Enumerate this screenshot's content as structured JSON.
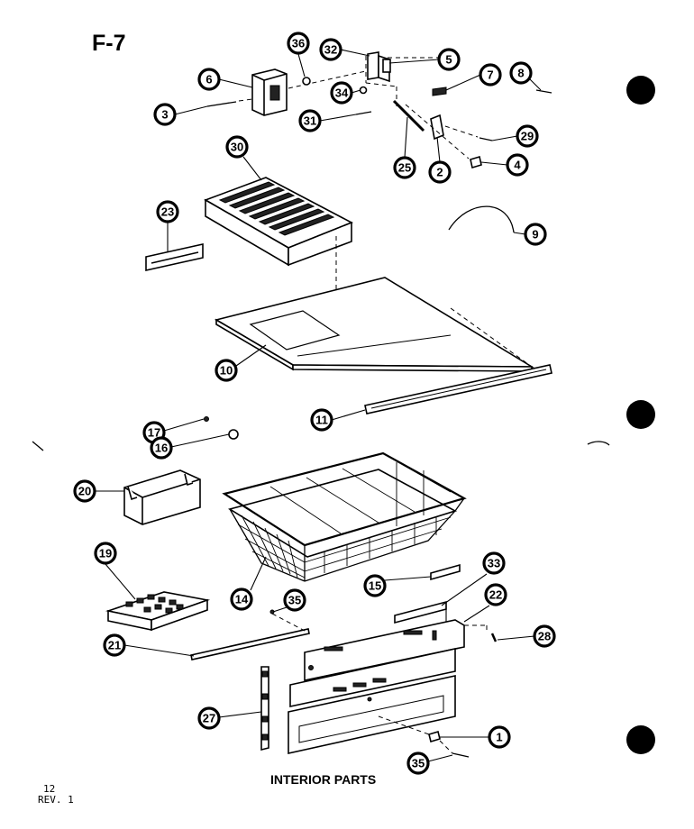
{
  "figure_label": "F-7",
  "caption": "INTERIOR PARTS",
  "page_number": "12",
  "revision": "REV. 1",
  "callouts": [
    {
      "id": "c36",
      "label": "36"
    },
    {
      "id": "c32",
      "label": "32"
    },
    {
      "id": "c5",
      "label": "5"
    },
    {
      "id": "c6",
      "label": "6"
    },
    {
      "id": "c7",
      "label": "7"
    },
    {
      "id": "c8",
      "label": "8"
    },
    {
      "id": "c34",
      "label": "34"
    },
    {
      "id": "c3",
      "label": "3"
    },
    {
      "id": "c31",
      "label": "31"
    },
    {
      "id": "c29",
      "label": "29"
    },
    {
      "id": "c25",
      "label": "25"
    },
    {
      "id": "c2",
      "label": "2"
    },
    {
      "id": "c4",
      "label": "4"
    },
    {
      "id": "c30",
      "label": "30"
    },
    {
      "id": "c23",
      "label": "23"
    },
    {
      "id": "c9",
      "label": "9"
    },
    {
      "id": "c10",
      "label": "10"
    },
    {
      "id": "c11",
      "label": "11"
    },
    {
      "id": "c17",
      "label": "17"
    },
    {
      "id": "c16",
      "label": "16"
    },
    {
      "id": "c20",
      "label": "20"
    },
    {
      "id": "c19",
      "label": "19"
    },
    {
      "id": "c14",
      "label": "14"
    },
    {
      "id": "c15",
      "label": "15"
    },
    {
      "id": "c33",
      "label": "33"
    },
    {
      "id": "c35a",
      "label": "35"
    },
    {
      "id": "c22",
      "label": "22"
    },
    {
      "id": "c21",
      "label": "21"
    },
    {
      "id": "c28",
      "label": "28"
    },
    {
      "id": "c27",
      "label": "27"
    },
    {
      "id": "c1",
      "label": "1"
    },
    {
      "id": "c35b",
      "label": "35"
    }
  ]
}
